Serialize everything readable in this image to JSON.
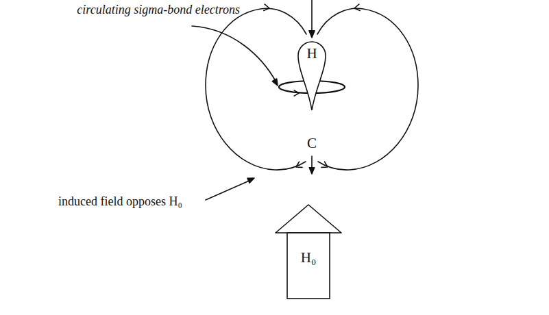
{
  "diagram": {
    "nodes": [
      {
        "text": [
          "H"
        ]
      },
      {
        "text": [
          "H₀"
        ]
      }
    ],
    "labels": [
      "circulating sigma-bond electrons",
      "C",
      "induced field opposes H₀"
    ]
  }
}
